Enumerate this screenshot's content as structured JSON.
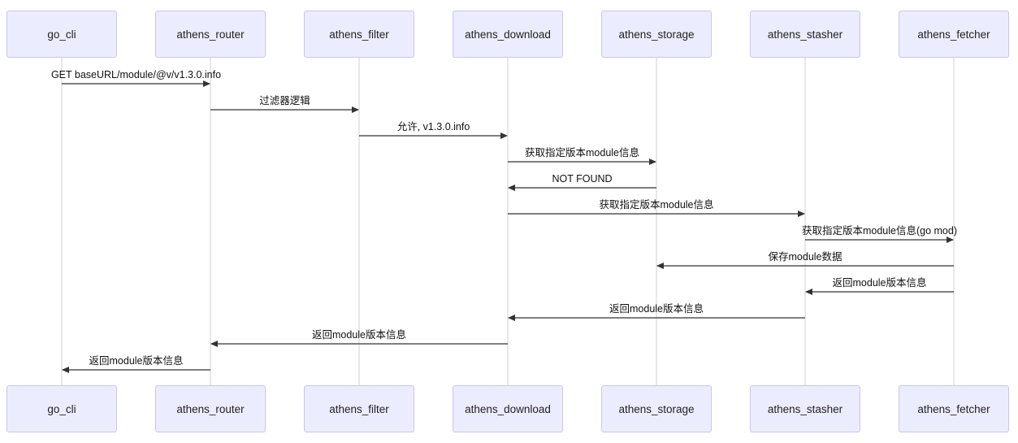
{
  "actors": [
    {
      "id": "go_cli",
      "label": "go_cli"
    },
    {
      "id": "athens_router",
      "label": "athens_router"
    },
    {
      "id": "athens_filter",
      "label": "athens_filter"
    },
    {
      "id": "athens_download",
      "label": "athens_download"
    },
    {
      "id": "athens_storage",
      "label": "athens_storage"
    },
    {
      "id": "athens_stasher",
      "label": "athens_stasher"
    },
    {
      "id": "athens_fetcher",
      "label": "athens_fetcher"
    }
  ],
  "messages": [
    {
      "from": "go_cli",
      "to": "athens_router",
      "label": "GET baseURL/module/@v/v1.3.0.info"
    },
    {
      "from": "athens_router",
      "to": "athens_filter",
      "label": "过滤器逻辑"
    },
    {
      "from": "athens_filter",
      "to": "athens_download",
      "label": "允许, v1.3.0.info"
    },
    {
      "from": "athens_download",
      "to": "athens_storage",
      "label": "获取指定版本module信息"
    },
    {
      "from": "athens_storage",
      "to": "athens_download",
      "label": "NOT FOUND"
    },
    {
      "from": "athens_download",
      "to": "athens_stasher",
      "label": "获取指定版本module信息"
    },
    {
      "from": "athens_stasher",
      "to": "athens_fetcher",
      "label": "获取指定版本module信息(go mod)"
    },
    {
      "from": "athens_fetcher",
      "to": "athens_storage",
      "label": "保存module数据"
    },
    {
      "from": "athens_fetcher",
      "to": "athens_stasher",
      "label": "返回module版本信息"
    },
    {
      "from": "athens_stasher",
      "to": "athens_download",
      "label": "返回module版本信息"
    },
    {
      "from": "athens_download",
      "to": "athens_router",
      "label": "返回module版本信息"
    },
    {
      "from": "athens_router",
      "to": "go_cli",
      "label": "返回module版本信息"
    }
  ],
  "colors": {
    "actor_fill": "#ececff",
    "actor_border": "#c7c6f0",
    "lifeline": "#d0d0d0",
    "arrow": "#333333"
  }
}
